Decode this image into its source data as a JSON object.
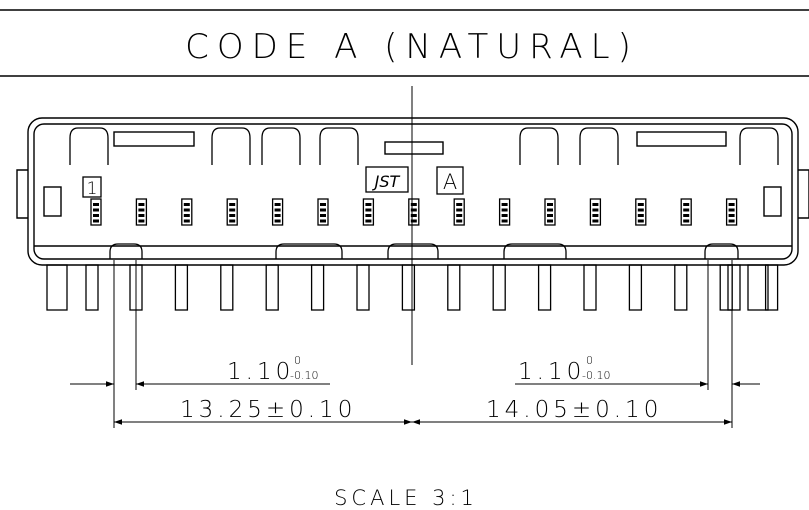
{
  "title": "CODE A (NATURAL)",
  "marks": {
    "pin_one": "1",
    "code_letter": "A",
    "logo": "JST"
  },
  "dimensions": {
    "left_pitch_base": "1.10",
    "left_pitch_tol_upper": "0",
    "left_pitch_tol_lower": "-0.10",
    "right_pitch_base": "1.10",
    "right_pitch_tol_upper": "0",
    "right_pitch_tol_lower": "-0.10",
    "left_overall": "13.25±0.10",
    "right_overall": "14.05±0.10"
  },
  "scale_label": "SCALE 3:1",
  "colors": {
    "ink": "#000000",
    "paper": "#ffffff"
  }
}
